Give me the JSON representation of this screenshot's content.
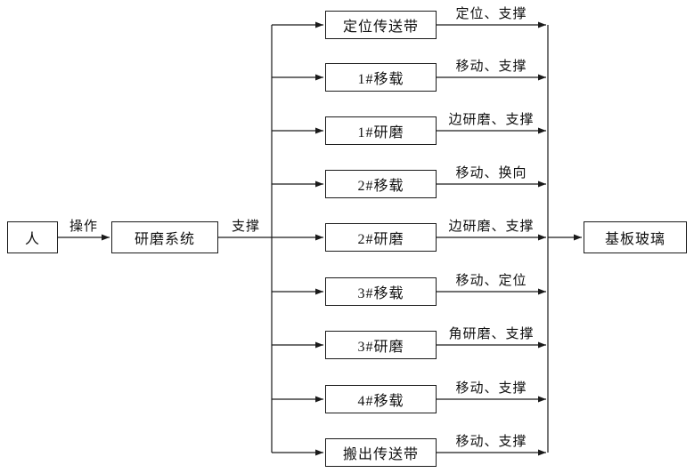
{
  "nodes": {
    "person": "人",
    "grinding_system": "研磨系统",
    "substrate_glass": "基板玻璃"
  },
  "edges": {
    "operate_label": "操作",
    "support_label": "支撑"
  },
  "rows": [
    {
      "label": "定位传送带",
      "arrow_label": "定位、支撑"
    },
    {
      "label": "1#移载",
      "arrow_label": "移动、支撑"
    },
    {
      "label": "1#研磨",
      "arrow_label": "边研磨、支撑"
    },
    {
      "label": "2#移载",
      "arrow_label": "移动、换向"
    },
    {
      "label": "2#研磨",
      "arrow_label": "边研磨、支撑"
    },
    {
      "label": "3#移载",
      "arrow_label": "移动、定位"
    },
    {
      "label": "3#研磨",
      "arrow_label": "角研磨、支撑"
    },
    {
      "label": "4#移载",
      "arrow_label": "移动、支撑"
    },
    {
      "label": "搬出传送带",
      "arrow_label": "移动、支撑"
    }
  ],
  "colors": {
    "line": "#1a1a1a",
    "background": "#ffffff"
  }
}
